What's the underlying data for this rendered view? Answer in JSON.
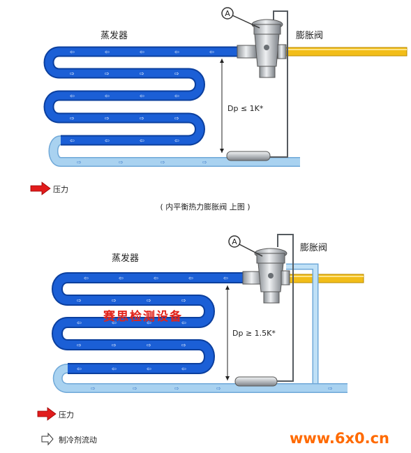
{
  "top_diagram": {
    "evaporator_label": "蒸发器",
    "valve_label": "膨胀阀",
    "marker": "A",
    "dp_label": "Dp ≤ 1K*",
    "caption": "( 内平衡热力膨胀阀  上图 )",
    "legend_pressure": "压力"
  },
  "bottom_diagram": {
    "evaporator_label": "蒸发器",
    "valve_label": "膨胀阀",
    "marker": "A",
    "dp_label": "Dp ≥ 1.5K*",
    "legend_pressure": "压力",
    "legend_flow": "制冷剂流动"
  },
  "watermarks": {
    "company": "赛思检测设备",
    "site": "www.6x0.cn"
  },
  "colors": {
    "pipe_dark": "#1b5fd6",
    "pipe_light": "#a9d2f0",
    "pipe_yellow": "#f2bd18",
    "pressure_arrow": "#e11c1c"
  },
  "icons": [
    "pressure-arrow-icon",
    "flow-arrow-icon",
    "valve-icon",
    "sensor-bulb-icon"
  ]
}
